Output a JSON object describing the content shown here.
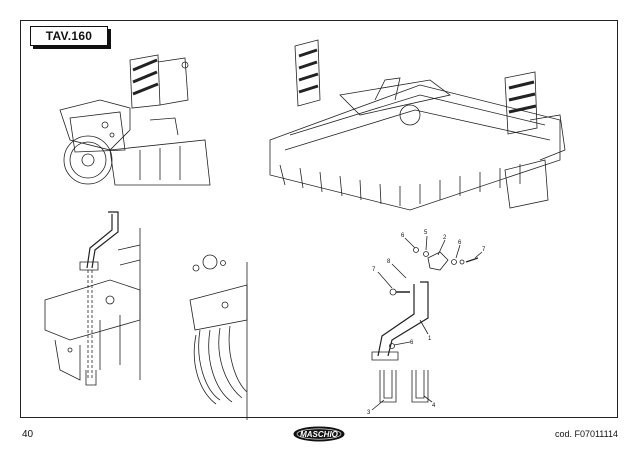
{
  "header": {
    "table_label": "TAV.160"
  },
  "footer": {
    "page_number": "40",
    "code": "cod.  F07011114",
    "brand": "MASCHIO"
  },
  "callouts": {
    "c1": "1",
    "c2": "2",
    "c3": "3",
    "c4": "4",
    "c5": "5",
    "c6a": "6",
    "c6b": "6",
    "c7a": "7",
    "c7b": "7",
    "c8": "8"
  },
  "colors": {
    "line": "#222222",
    "brand_bg": "#111111"
  }
}
